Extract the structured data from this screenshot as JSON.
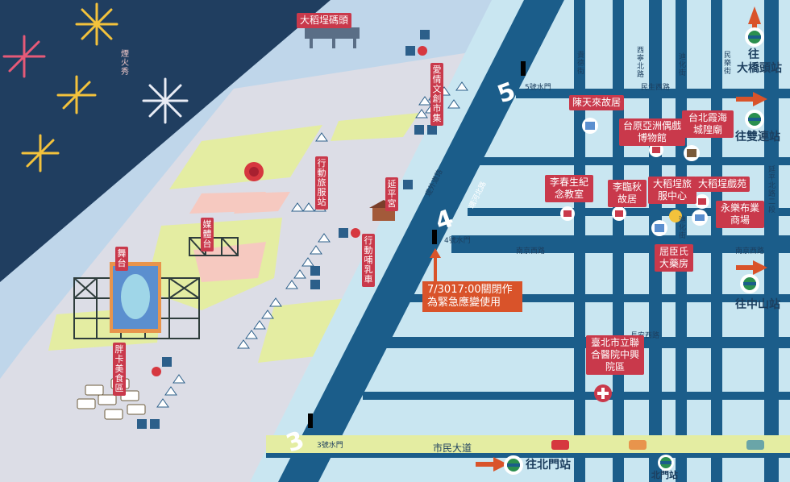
{
  "palette": {
    "river": "#203e60",
    "grass": "#e4eda2",
    "pink": "#f6c9c0",
    "plaza": "#dcdde6",
    "road": "#1b5d8a",
    "accent": "#c9394b",
    "notice": "#d9532a"
  },
  "venue": {
    "pier": "大稻埕碼頭",
    "fireworks": "煙火秀",
    "love_market": "愛情文創市集",
    "mobile_service": "行動旅服站",
    "media_stage": "媒體台",
    "stage": "舞台",
    "food_area": "胖卡美食區",
    "temple": "延平宮",
    "nursing": "行動哺乳車"
  },
  "roads": {
    "embankment": "堤外道路",
    "express": "環河北路",
    "gate5": "5號水門",
    "gate4": "4號水門",
    "gate3": "3號水門",
    "gate_numbers": [
      "5",
      "4",
      "3"
    ],
    "minsheng": "民生西路",
    "nanjing": "南京西路",
    "changan": "長安西路",
    "civic": "市民大道",
    "guide": "貴德街",
    "xining": "西寧北路",
    "dihua": "迪化街",
    "minle": "民樂街",
    "yanping": "延平北路二段",
    "dihua2": "迪化街"
  },
  "places": {
    "chen": "陳天來故居",
    "puppet": "台原亞洲偶戲博物館",
    "xiahai": "台北霞海城隍廟",
    "lichunsheng": "李春生紀念教室",
    "lilinqiu": "李臨秋故居",
    "visitor_center": "大稻埕旅服中心",
    "theater": "大稻埕戲苑",
    "yongle": "永樂布業商場",
    "pharmacy": "屈臣氏大藥房",
    "hospital": "臺北市立聯合醫院中興院區"
  },
  "notice": "7/3017:00關閉作為緊急應變使用",
  "stations": {
    "daqiaotou_prefix": "往",
    "daqiaotou": "大橋頭站",
    "shuanglian": "往雙連站",
    "zhongshan": "往中山站",
    "beimen_go": "往北門站",
    "beimen": "北門站"
  }
}
